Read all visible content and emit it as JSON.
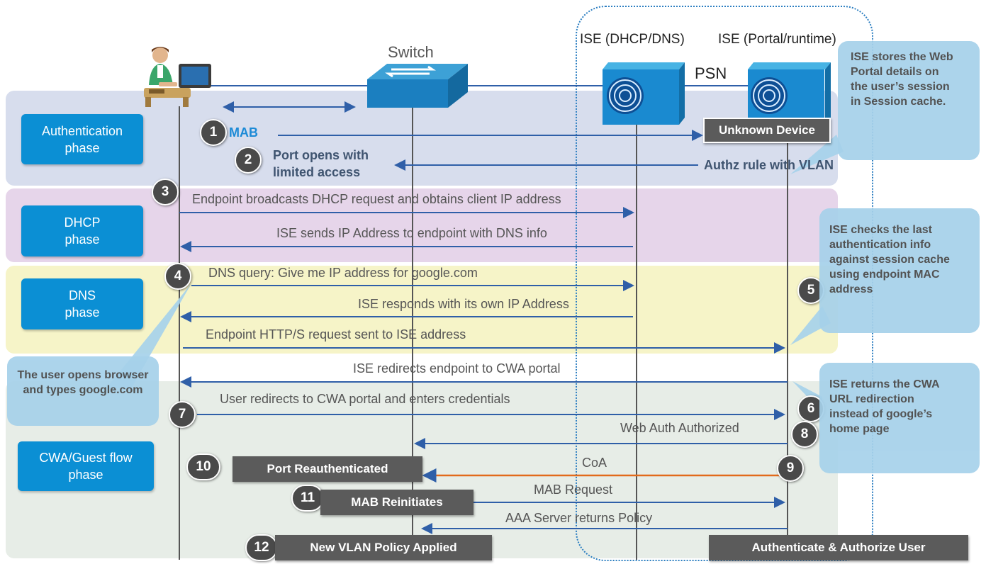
{
  "header": {
    "switch_label": "Switch",
    "ise_dhcp_label": "ISE (DHCP/DNS)",
    "ise_portal_label": "ISE (Portal/runtime)",
    "psn_label": "PSN"
  },
  "phases": {
    "authentication": "Authentication phase",
    "dhcp": "DHCP phase",
    "dns": "DNS phase",
    "cwa": "CWA/Guest flow phase"
  },
  "steps": [
    "1",
    "2",
    "3",
    "4",
    "5",
    "6",
    "7",
    "8",
    "9",
    "10",
    "11",
    "12"
  ],
  "messages": {
    "mab": "MAB",
    "port_opens": "Port opens with limited access",
    "unknown_device": "Unknown Device",
    "authz_rule": "Authz rule with VLAN",
    "dhcp_request": "Endpoint broadcasts DHCP request and obtains client IP address",
    "dhcp_reply": "ISE sends IP Address to endpoint with DNS info",
    "dns_query": "DNS query: Give me IP address for google.com",
    "dns_reply": "ISE responds with its own IP Address",
    "http_request": "Endpoint HTTP/S request sent to ISE address",
    "redirect": "ISE redirects endpoint to CWA portal",
    "user_redirect": "User redirects to CWA portal and enters credentials",
    "web_auth": "Web Auth Authorized",
    "coa": "CoA",
    "port_reauth": "Port Reauthenticated",
    "mab_request": "MAB Request",
    "mab_reinit": "MAB Reinitiates",
    "aaa_policy": "AAA Server returns Policy",
    "new_vlan": "New VLAN Policy Applied",
    "auth_user": "Authenticate & Authorize User"
  },
  "callouts": {
    "web_portal": "ISE stores the Web Portal details on the user’s session in Session cache.",
    "checks": "ISE checks the last authentication info against session cache using endpoint MAC address",
    "user_opens": "The user opens browser and types google.com",
    "returns_url": "ISE returns the CWA URL redirection instead of google’s home page"
  },
  "colors": {
    "arrow": "#2f5fa8",
    "coa": "#e26a1b",
    "phase": "#0b8fd4",
    "auth_band": "#d5dcea",
    "dhcp_band": "#e4d3e8",
    "dns_band": "#f5f3c6",
    "cwa_band": "#e6ece6"
  }
}
